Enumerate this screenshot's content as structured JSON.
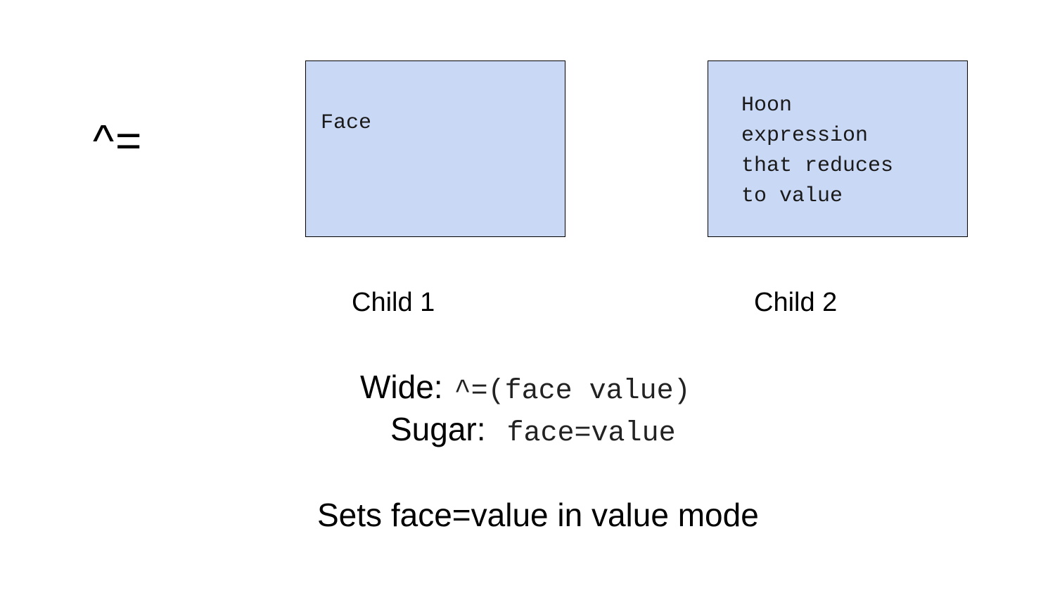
{
  "rune": "^=",
  "children": [
    {
      "box_text": "Face",
      "label": "Child 1"
    },
    {
      "box_text": "Hoon\nexpression\nthat reduces\nto value",
      "label": "Child 2"
    }
  ],
  "wide": {
    "label": "Wide:",
    "code": "^=(face value)"
  },
  "sugar": {
    "label": "Sugar:",
    "code": "face=value"
  },
  "summary": "Sets face=value in value mode",
  "colors": {
    "box_fill": "#c9d8f4",
    "box_border": "#000000"
  }
}
